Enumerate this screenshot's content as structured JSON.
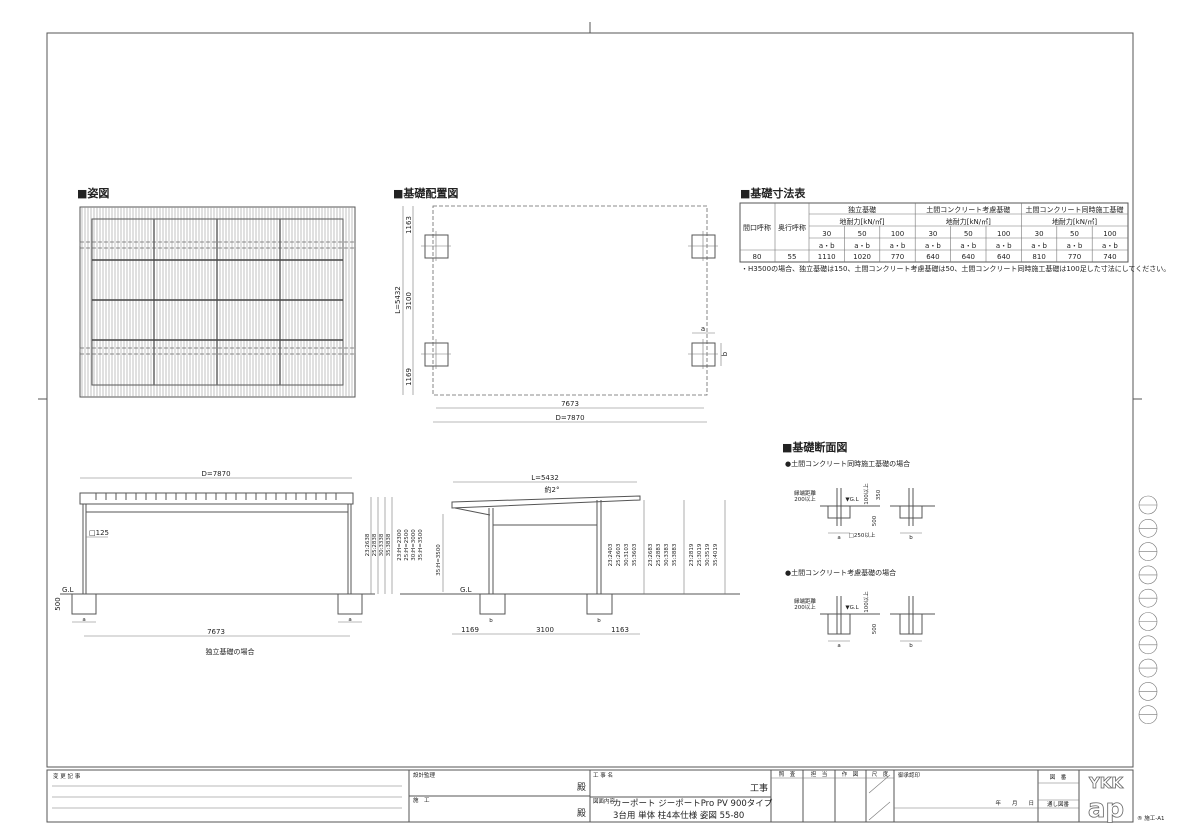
{
  "sections": {
    "perspective": "■姿図",
    "layout": "■基礎配置図",
    "table": "■基礎寸法表",
    "section": "■基礎断面図"
  },
  "layout_dims": {
    "L": "L=5432",
    "top": "1163",
    "mid": "3100",
    "bottom": "1169",
    "inner": "7673",
    "D": "D=7870",
    "a": "a",
    "b": "b"
  },
  "table": {
    "col_opening": "間口呼称",
    "col_depth": "奥行呼称",
    "groups": [
      "独立基礎",
      "土間コンクリート考慮基礎",
      "土間コンクリート同時施工基礎"
    ],
    "bearing": "地耐力[kN/㎡]",
    "loads": [
      "30",
      "50",
      "100",
      "30",
      "50",
      "100",
      "30",
      "50",
      "100"
    ],
    "ab": "a・b",
    "row": [
      "80",
      "55",
      "1110",
      "1020",
      "770",
      "640",
      "640",
      "640",
      "810",
      "770",
      "740"
    ],
    "note": "・H3500の場合、独立基礎は150、土間コンクリート考慮基礎は50、土間コンクリート同時施工基礎は100足した寸法にしてください。"
  },
  "front": {
    "D": "D=7870",
    "post": "□125",
    "gl": "G.L",
    "depth": "500",
    "a": "a",
    "span": "7673",
    "caption": "独立基礎の場合",
    "heights": [
      "23:2638",
      "25:2838",
      "30:3338",
      "35:3838"
    ],
    "H": [
      "23:H=2300",
      "25:H=2500",
      "30:H=3000",
      "35:H=3500"
    ]
  },
  "side": {
    "L": "L=5432",
    "slope": "約2°",
    "gl": "G.L",
    "b": "b",
    "spans": [
      "1169",
      "3100",
      "1163"
    ],
    "h1": [
      "23:2403",
      "25:2603",
      "30:3103",
      "35:3603"
    ],
    "h2": [
      "23:2683",
      "25:2883",
      "30:3383",
      "35:3883"
    ],
    "h3": [
      "23:2819",
      "25:3019",
      "30:3519",
      "35:4019"
    ]
  },
  "foundation": {
    "case1": "●土間コンクリート同時施工基礎の場合",
    "case2": "●土間コンクリート考慮基礎の場合",
    "edge1": "縁端距離",
    "edge2": "200以上",
    "gl": "▼G.L",
    "over100": "100以上",
    "d350": "350",
    "d500": "500",
    "sq250": "□250以上",
    "a": "a",
    "b": "b"
  },
  "titleblock": {
    "change_log": "変 更 記 事",
    "design": "設計監理",
    "builder": "施　工",
    "dono": "殿",
    "project_label": "工 事 名",
    "project_suffix": "工事",
    "content_label": "図面内容",
    "content1": "カーポート ジーポートPro PV 900タイプ",
    "content2": "3台用 単体 柱4本仕様 姿図 55-80",
    "cols": [
      "照　査",
      "担　当",
      "作　図",
      "尺　度"
    ],
    "approval": "御承認印",
    "date": "年　　月　　日",
    "drawing_no": "図　番",
    "serial_no": "通し図番",
    "logo": "YKK ap",
    "sheet": "® 施工-A1"
  }
}
